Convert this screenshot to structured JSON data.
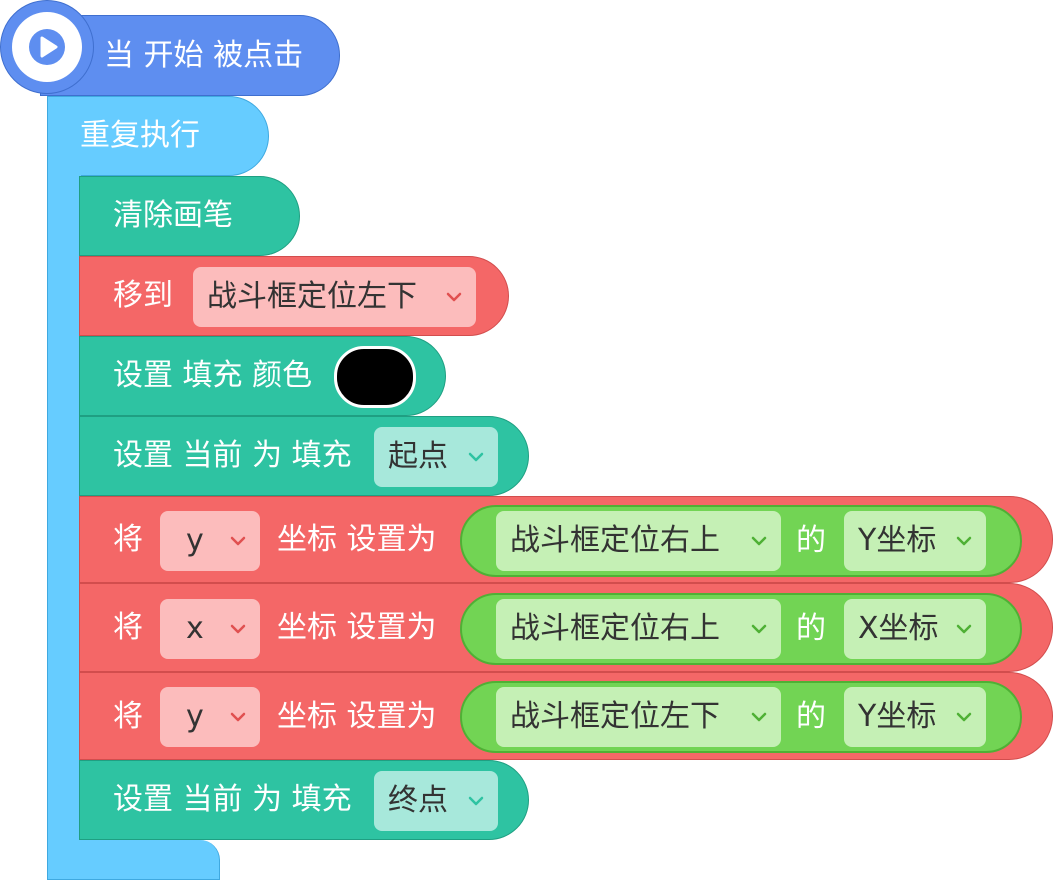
{
  "hat": {
    "label": "当 开始 被点击",
    "color": "#5e8ef0",
    "icon": "play-icon"
  },
  "forever": {
    "label": "重复执行",
    "color": "#66ccff"
  },
  "blocks": {
    "clear": {
      "label": "清除画笔",
      "color": "#2ec3a2"
    },
    "move": {
      "label": "移到",
      "target": "战斗框定位左下",
      "color": "#f46767"
    },
    "set_fill_color": {
      "label": "设置 填充 颜色",
      "swatch": "#000000"
    },
    "set_fill_start": {
      "label": "设置 当前 为 填充",
      "value": "起点"
    },
    "set_y_1": {
      "prefix": "将",
      "axis": "y",
      "middle": "坐标 设置为",
      "object": "战斗框定位右上",
      "of": "的",
      "prop": "Y坐标"
    },
    "set_x": {
      "prefix": "将",
      "axis": "x",
      "middle": "坐标 设置为",
      "object": "战斗框定位右上",
      "of": "的",
      "prop": "X坐标"
    },
    "set_y_2": {
      "prefix": "将",
      "axis": "y",
      "middle": "坐标 设置为",
      "object": "战斗框定位左下",
      "of": "的",
      "prop": "Y坐标"
    },
    "set_fill_end": {
      "label": "设置 当前 为 填充",
      "value": "终点"
    }
  },
  "colors": {
    "hat": "#5e8ef0",
    "control": "#66ccff",
    "pen": "#2ec3a2",
    "motion": "#f46767",
    "operator": "#72d454"
  }
}
